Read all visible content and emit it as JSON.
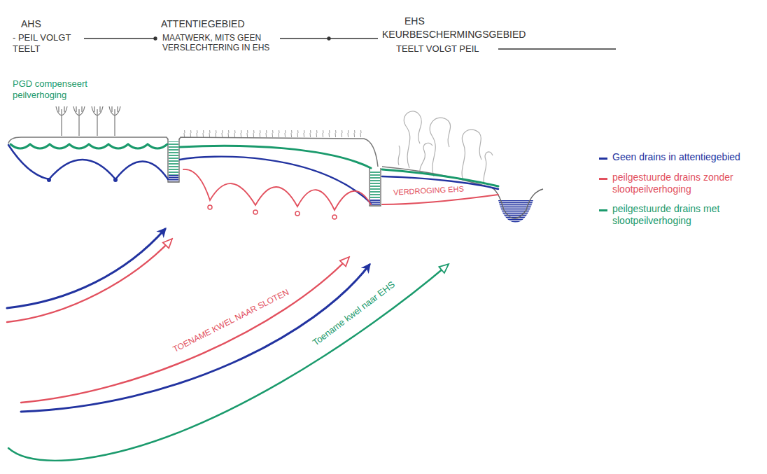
{
  "diagram": {
    "labels": [
      "AHS",
      "- PEIL VOLGT TEELT",
      "ATTENTIEGEBIED",
      "MAATWERK, MITS GEEN VERSLECHTERING IN EHS",
      "EHS",
      "KEURBESCHERMINGSGEBIED",
      "TEELT VOLGT PEIL",
      "PGD compenseert peilverhoging",
      "VERDROGING EHS",
      "TOENAME KWEL NAAR SLOTEN",
      "Toename kwel naar EHS"
    ],
    "legend": [
      {
        "text": "Geen drains in attentiegebied",
        "color": "#2233a0"
      },
      {
        "text": "peilgestuurde drains zonder slootpeilverhoging",
        "color": "#e2505e"
      },
      {
        "text": "peilgestuurde drains met slootpeilverhoging",
        "color": "#1a9a6c"
      }
    ]
  }
}
